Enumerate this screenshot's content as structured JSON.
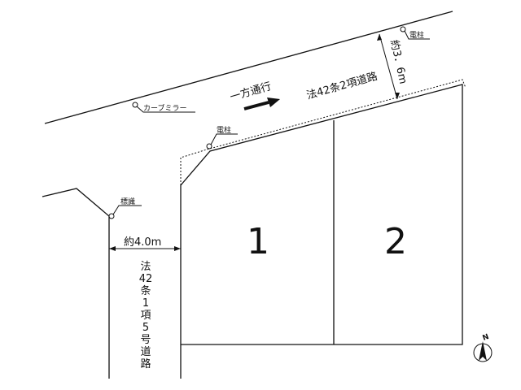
{
  "labels": {
    "one_way": "一方通行",
    "road_top": "法42条2項道路",
    "width_top": "約3．6m",
    "pole_top": "電柱",
    "pole_mid": "電柱",
    "curve_mirror": "カーブミラー",
    "sign": "標識",
    "width_left": "約4.0m",
    "road_left_chars": [
      "法",
      "42",
      "条",
      "1",
      "項",
      "5",
      "号",
      "道",
      "路"
    ],
    "lot_1": "1",
    "lot_2": "2",
    "north": "N"
  },
  "colors": {
    "ink": "#111111",
    "background": "#ffffff"
  }
}
